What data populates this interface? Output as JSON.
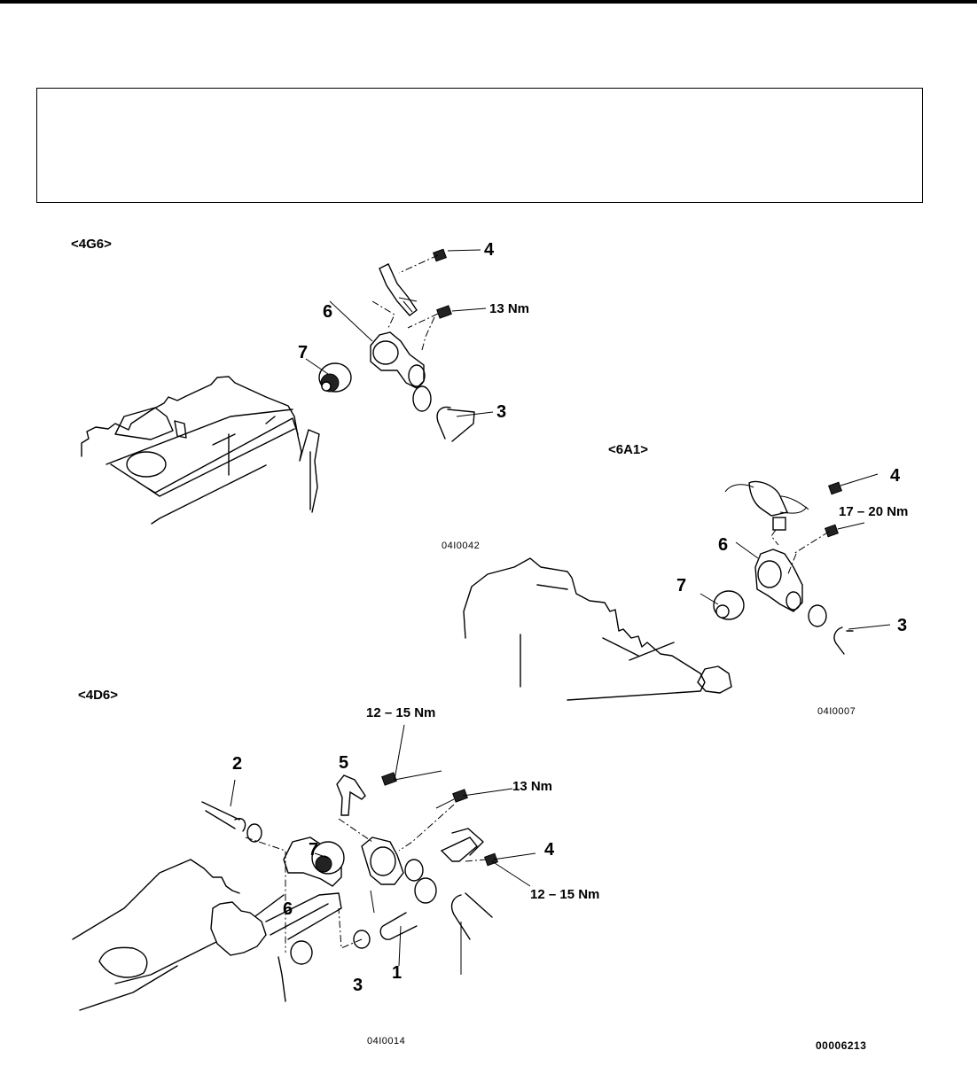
{
  "page": {
    "header_box_text": "",
    "figure_code": "00006213"
  },
  "diagrams": [
    {
      "variant": "<4G6>",
      "code": "04I0042",
      "callouts": [
        {
          "number": "4",
          "torque": ""
        },
        {
          "number": "",
          "torque": "13 Nm"
        },
        {
          "number": "6",
          "torque": ""
        },
        {
          "number": "7",
          "torque": ""
        },
        {
          "number": "3",
          "torque": ""
        }
      ]
    },
    {
      "variant": "<6A1>",
      "code": "04I0007",
      "callouts": [
        {
          "number": "4",
          "torque": ""
        },
        {
          "number": "",
          "torque": "17 – 20 Nm"
        },
        {
          "number": "6",
          "torque": ""
        },
        {
          "number": "7",
          "torque": ""
        },
        {
          "number": "3",
          "torque": ""
        }
      ]
    },
    {
      "variant": "<4D6>",
      "code": "04I0014",
      "callouts": [
        {
          "number": "",
          "torque": "12 – 15 Nm"
        },
        {
          "number": "5",
          "torque": ""
        },
        {
          "number": "",
          "torque": "13 Nm"
        },
        {
          "number": "2",
          "torque": ""
        },
        {
          "number": "7",
          "torque": ""
        },
        {
          "number": "4",
          "torque": ""
        },
        {
          "number": "",
          "torque": "12 – 15 Nm"
        },
        {
          "number": "6",
          "torque": ""
        },
        {
          "number": "1",
          "torque": ""
        },
        {
          "number": "3",
          "torque": ""
        }
      ]
    }
  ]
}
